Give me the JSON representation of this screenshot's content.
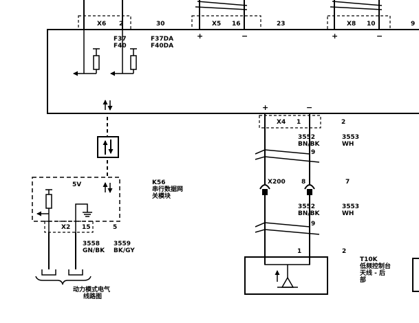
{
  "connectors": {
    "top_left": {
      "name": "X6",
      "pins": [
        "2",
        "30"
      ]
    },
    "top_mid": {
      "name": "X5",
      "pins": [
        "16",
        "23"
      ]
    },
    "top_right": {
      "name": "X8",
      "pins": [
        "10",
        "9"
      ]
    },
    "right_x4": {
      "name": "X4",
      "pins": [
        "1",
        "2"
      ]
    },
    "x200": {
      "name": "X200",
      "pins": [
        "8",
        "7"
      ]
    },
    "k56_x2": {
      "name": "X2",
      "pins": [
        "15",
        "5"
      ]
    }
  },
  "fuses": {
    "left": [
      "F37",
      "F40"
    ],
    "right": [
      "F37DA",
      "F40DA"
    ]
  },
  "polarity": {
    "plus": "+",
    "minus": "−"
  },
  "modules": {
    "k56": {
      "voltage": "5V",
      "code": "K56",
      "name_line1": "串行数据网",
      "name_line2": "关模块"
    },
    "t10k": {
      "code": "T10K",
      "name_line1": "低频控制台",
      "name_line2": "天线 - 后",
      "name_line3": "部",
      "pins": [
        "1",
        "2"
      ]
    }
  },
  "wires": {
    "upper_left_circuit": "3552",
    "upper_left_color": "BN/BK",
    "upper_right_circuit": "3553",
    "upper_right_color": "WH",
    "upper_twist": "9",
    "lower_left_circuit": "3552",
    "lower_left_color": "BN/BK",
    "lower_right_circuit": "3553",
    "lower_right_color": "WH",
    "lower_twist": "9",
    "k56_left_circuit": "3558",
    "k56_left_color": "GN/BK",
    "k56_right_circuit": "3559",
    "k56_right_color": "BK/GY"
  },
  "bottom_reference": {
    "line1": "动力模式电气",
    "line2": "线路图"
  }
}
